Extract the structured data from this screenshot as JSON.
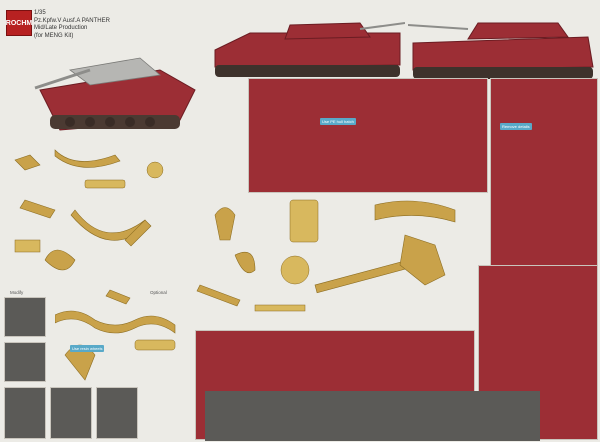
{
  "brand": {
    "logo_text": "ROCHM"
  },
  "title": {
    "scale": "1/35",
    "line1": "Pz.Kpfw.V Ausf.A PANTHER",
    "line2": "Mid/Late Production",
    "line3": "(for MENG Kit)"
  },
  "colors": {
    "tank_red": "#9c2e35",
    "brass": "#c9a24a",
    "note_blue": "#59a9c8",
    "background": "#ecebe6",
    "photo_dark": "#5b5a57"
  },
  "notes": {
    "n1": "Use PE hull hatch",
    "n2": "Remove details",
    "n3": "Use resin wheels"
  },
  "legend": {
    "modify": "Modify",
    "optional": "Optional"
  }
}
